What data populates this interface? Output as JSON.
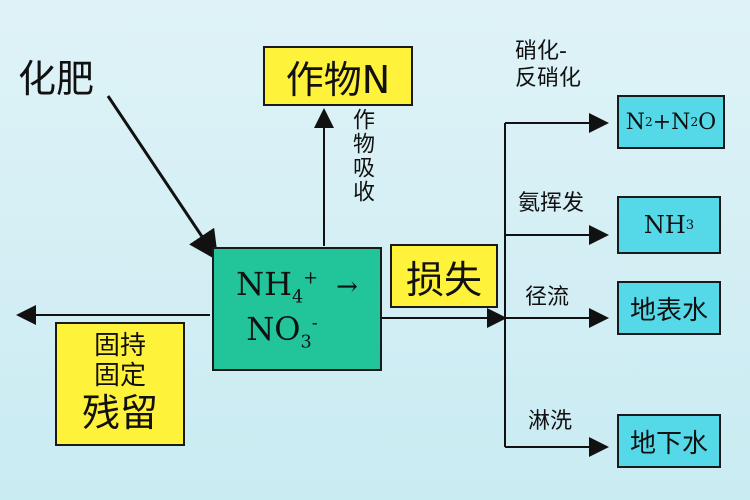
{
  "nodes": {
    "fertilizer": "化肥",
    "crop_n": "作物N",
    "crop_uptake": "作物吸收",
    "center": {
      "nh4_main": "NH",
      "nh4_sub": "4",
      "nh4_sup": "+",
      "arrow": "→",
      "no3_main": "NO",
      "no3_sub": "3",
      "no3_sup": "-"
    },
    "loss": "损失",
    "retention": {
      "line1": "固持",
      "line2": "固定",
      "line3": "残留"
    },
    "pathways": [
      {
        "label_line1": "硝化-",
        "label_line2": "反硝化",
        "target": {
          "a": "N",
          "a_sub": "2",
          "plus": "+N",
          "b_sub": "2",
          "b": "O"
        }
      },
      {
        "label_line1": "氨挥发",
        "target": {
          "a": "NH",
          "a_sub": "3"
        }
      },
      {
        "label_line1": "径流",
        "target_text": "地表水"
      },
      {
        "label_line1": "淋洗",
        "target_text": "地下水"
      }
    ]
  },
  "colors": {
    "background": "#d4eff5",
    "yellow_box": "#fff23a",
    "cyan_box": "#55d9e8",
    "green_box": "#22c49a"
  }
}
